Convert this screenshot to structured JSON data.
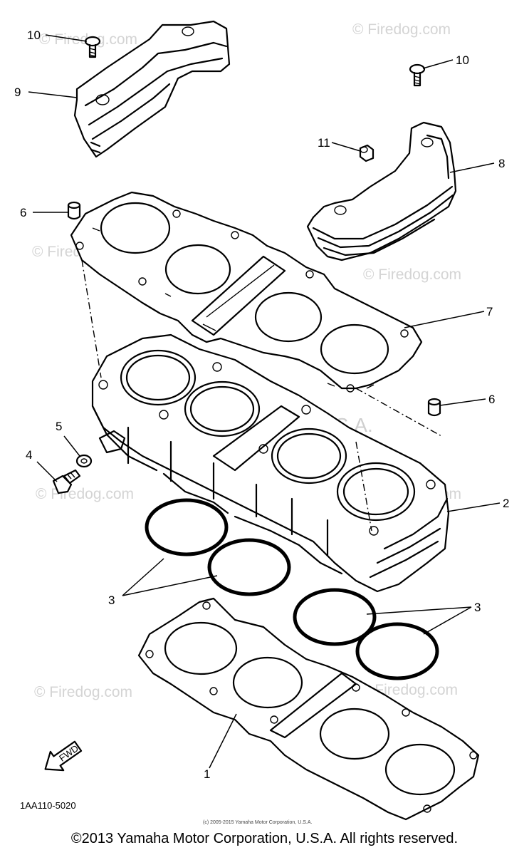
{
  "watermarks": {
    "firedog": "© Firedog.com",
    "yamaha": "Yamaha Motor Corp U.S.A."
  },
  "callouts": {
    "c1": "1",
    "c2": "2",
    "c3a": "3",
    "c3b": "3",
    "c4": "4",
    "c5": "5",
    "c6a": "6",
    "c6b": "6",
    "c7": "7",
    "c8": "8",
    "c9": "9",
    "c10a": "10",
    "c10b": "10",
    "c11": "11"
  },
  "fwd_label": "FWD",
  "diagram_code": "1AA110-5020",
  "small_credit": "(c) 2005-2015 Yamaha Motor Corporation, U.S.A.",
  "copyright": "©2013 Yamaha Motor Corporation, U.S.A. All rights reserved."
}
